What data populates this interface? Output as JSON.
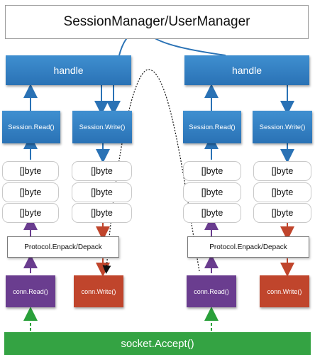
{
  "top_box": {
    "label": "SessionManager/UserManager"
  },
  "left_stack": {
    "handle": "handle",
    "session_read": "Session.Read()",
    "session_write": "Session.Write()",
    "read_bytes": [
      "[]byte",
      "[]byte",
      "[]byte"
    ],
    "write_bytes": [
      "[]byte",
      "[]byte",
      "[]byte"
    ],
    "protocol": "Protocol.Enpack/Depack",
    "conn_read": "conn.Read()",
    "conn_write": "conn.Write()"
  },
  "right_stack": {
    "handle": "handle",
    "session_read": "Session.Read()",
    "session_write": "Session.Write()",
    "read_bytes": [
      "[]byte",
      "[]byte",
      "[]byte"
    ],
    "write_bytes": [
      "[]byte",
      "[]byte",
      "[]byte"
    ],
    "protocol": "Protocol.Enpack/Depack",
    "conn_read": "conn.Read()",
    "conn_write": "conn.Write()"
  },
  "bottom_box": {
    "label": "socket.Accept()"
  },
  "colors": {
    "handle_blue": "#2a72b5",
    "arrow_blue": "#2a72b5",
    "read_purple": "#6a3d8f",
    "write_red": "#c0452c",
    "accept_green": "#34a343",
    "dashed_green": "#2aa03a"
  }
}
